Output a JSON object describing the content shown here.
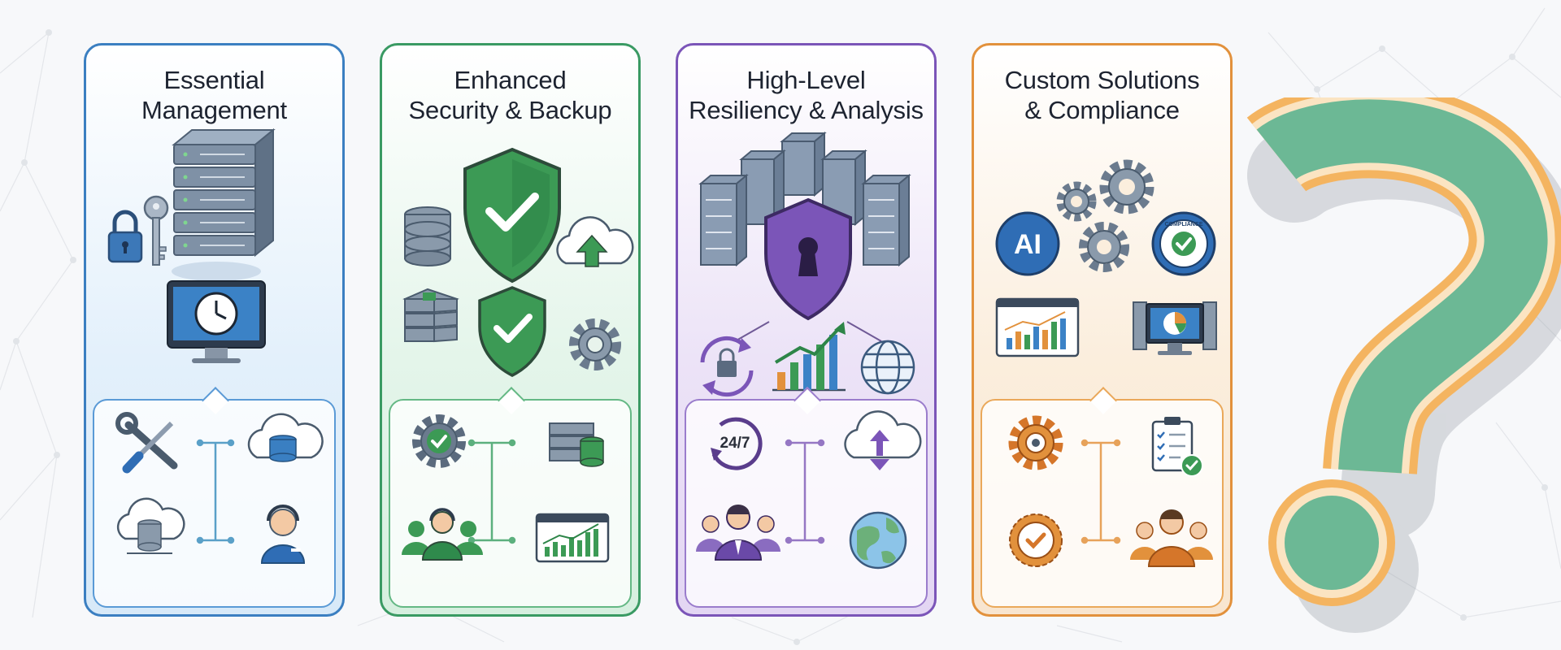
{
  "colors": {
    "blue": "#3b7fc1",
    "green": "#3a9a63",
    "purple": "#7b55b8",
    "orange": "#e2913c",
    "question_fill": "#6cb895",
    "question_outline": "#f4b460"
  },
  "cards": [
    {
      "title_line1": "Essential",
      "title_line2": "Management",
      "icons": [
        "server-stack-icon",
        "padlock-icon",
        "key-icon",
        "monitor-clock-icon"
      ],
      "lower_icons": [
        "wrench-screwdriver-icon",
        "cloud-database-icon",
        "cloud-storage-icon",
        "support-agent-icon"
      ]
    },
    {
      "title_line1": "Enhanced",
      "title_line2": "Security & Backup",
      "icons": [
        "shield-check-icon",
        "database-icon",
        "cloud-upload-icon",
        "server-chip-icon",
        "shield-check-small-icon",
        "gear-icon"
      ],
      "lower_icons": [
        "gear-check-icon",
        "server-database-icon",
        "team-support-icon",
        "analytics-browser-icon"
      ]
    },
    {
      "title_line1": "High-Level",
      "title_line2": "Resiliency & Analysis",
      "icons": [
        "server-cluster-icon",
        "shield-keyhole-icon",
        "lock-sync-icon",
        "growth-chart-icon",
        "globe-icon"
      ],
      "lower_icons": [
        "clock-24-7-icon",
        "cloud-sync-icon",
        "business-team-icon",
        "world-icon"
      ],
      "lower_text": "24/7"
    },
    {
      "title_line1": "Custom Solutions",
      "title_line2": "& Compliance",
      "icons": [
        "ai-badge-icon",
        "gears-icon",
        "compliance-seal-icon",
        "dashboard-chart-icon",
        "computer-pie-chart-icon"
      ],
      "icon_text": {
        "ai": "AI",
        "compliance": "COMPLIANCE"
      },
      "lower_icons": [
        "gear-settings-icon",
        "checklist-clipboard-icon",
        "badge-check-icon",
        "team-group-icon"
      ]
    }
  ]
}
